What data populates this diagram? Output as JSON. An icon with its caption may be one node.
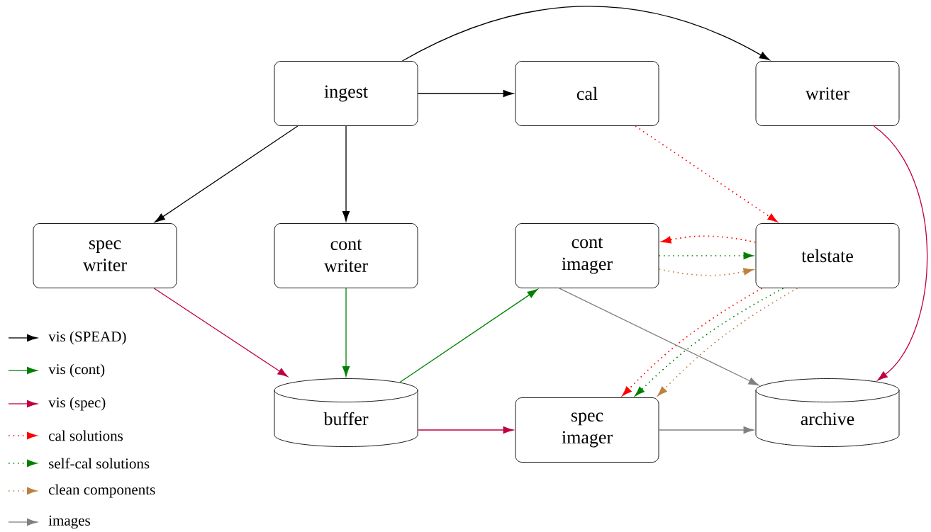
{
  "diagram": {
    "nodes": [
      {
        "text": [
          "ingest"
        ]
      },
      {
        "text": [
          "cal"
        ]
      },
      {
        "text": [
          "writer"
        ]
      },
      {
        "text": [
          "spec writer"
        ]
      },
      {
        "text": [
          "cont writer"
        ]
      },
      {
        "text": [
          "cont imager"
        ]
      },
      {
        "text": [
          "telstate"
        ]
      },
      {
        "text": [
          "buffer"
        ]
      },
      {
        "text": [
          "spec imager"
        ]
      },
      {
        "text": [
          "archive"
        ]
      }
    ],
    "edges": [
      {
        "from": 0,
        "to": 1,
        "arrow": "to"
      },
      {
        "from": 0,
        "to": 2,
        "arrow": "to"
      },
      {
        "from": 0,
        "to": 3,
        "arrow": "to"
      },
      {
        "from": 0,
        "to": 4,
        "arrow": "to"
      },
      {
        "from": 1,
        "to": 6,
        "arrow": "to",
        "style": "dashed",
        "color": "#ff0000"
      },
      {
        "from": 2,
        "to": 9,
        "arrow": "to",
        "color": "#c00040"
      },
      {
        "from": 3,
        "to": 7,
        "arrow": "to",
        "color": "#c00040"
      },
      {
        "from": 4,
        "to": 7,
        "arrow": "to",
        "color": "#008000"
      },
      {
        "from": 7,
        "to": 5,
        "arrow": "to",
        "color": "#008000"
      },
      {
        "from": 7,
        "to": 8,
        "arrow": "to",
        "color": "#c00040"
      },
      {
        "from": 6,
        "to": 5,
        "arrow": "to",
        "style": "dashed",
        "color": "#ff0000"
      },
      {
        "from": 5,
        "to": 6,
        "arrow": "to",
        "style": "dashed",
        "color": "#008000"
      },
      {
        "from": 5,
        "to": 6,
        "arrow": "to",
        "style": "dashed",
        "color": "#bf8040"
      },
      {
        "from": 6,
        "to": 8,
        "arrow": "to",
        "style": "dashed",
        "color": "#ff0000"
      },
      {
        "from": 6,
        "to": 8,
        "arrow": "to",
        "style": "dashed",
        "color": "#008000"
      },
      {
        "from": 6,
        "to": 8,
        "arrow": "to",
        "style": "dashed",
        "color": "#bf8040"
      },
      {
        "from": 5,
        "to": 9,
        "arrow": "to",
        "color": "#808080"
      },
      {
        "from": 8,
        "to": 9,
        "arrow": "to",
        "color": "#808080"
      }
    ],
    "legend": [
      {
        "text": "vis (SPEAD)"
      },
      {
        "text": "vis (cont)"
      },
      {
        "text": "vis (spec)"
      },
      {
        "text": "cal solutions"
      },
      {
        "text": "self-cal solutions"
      },
      {
        "text": "clean components"
      },
      {
        "text": "images"
      }
    ]
  }
}
